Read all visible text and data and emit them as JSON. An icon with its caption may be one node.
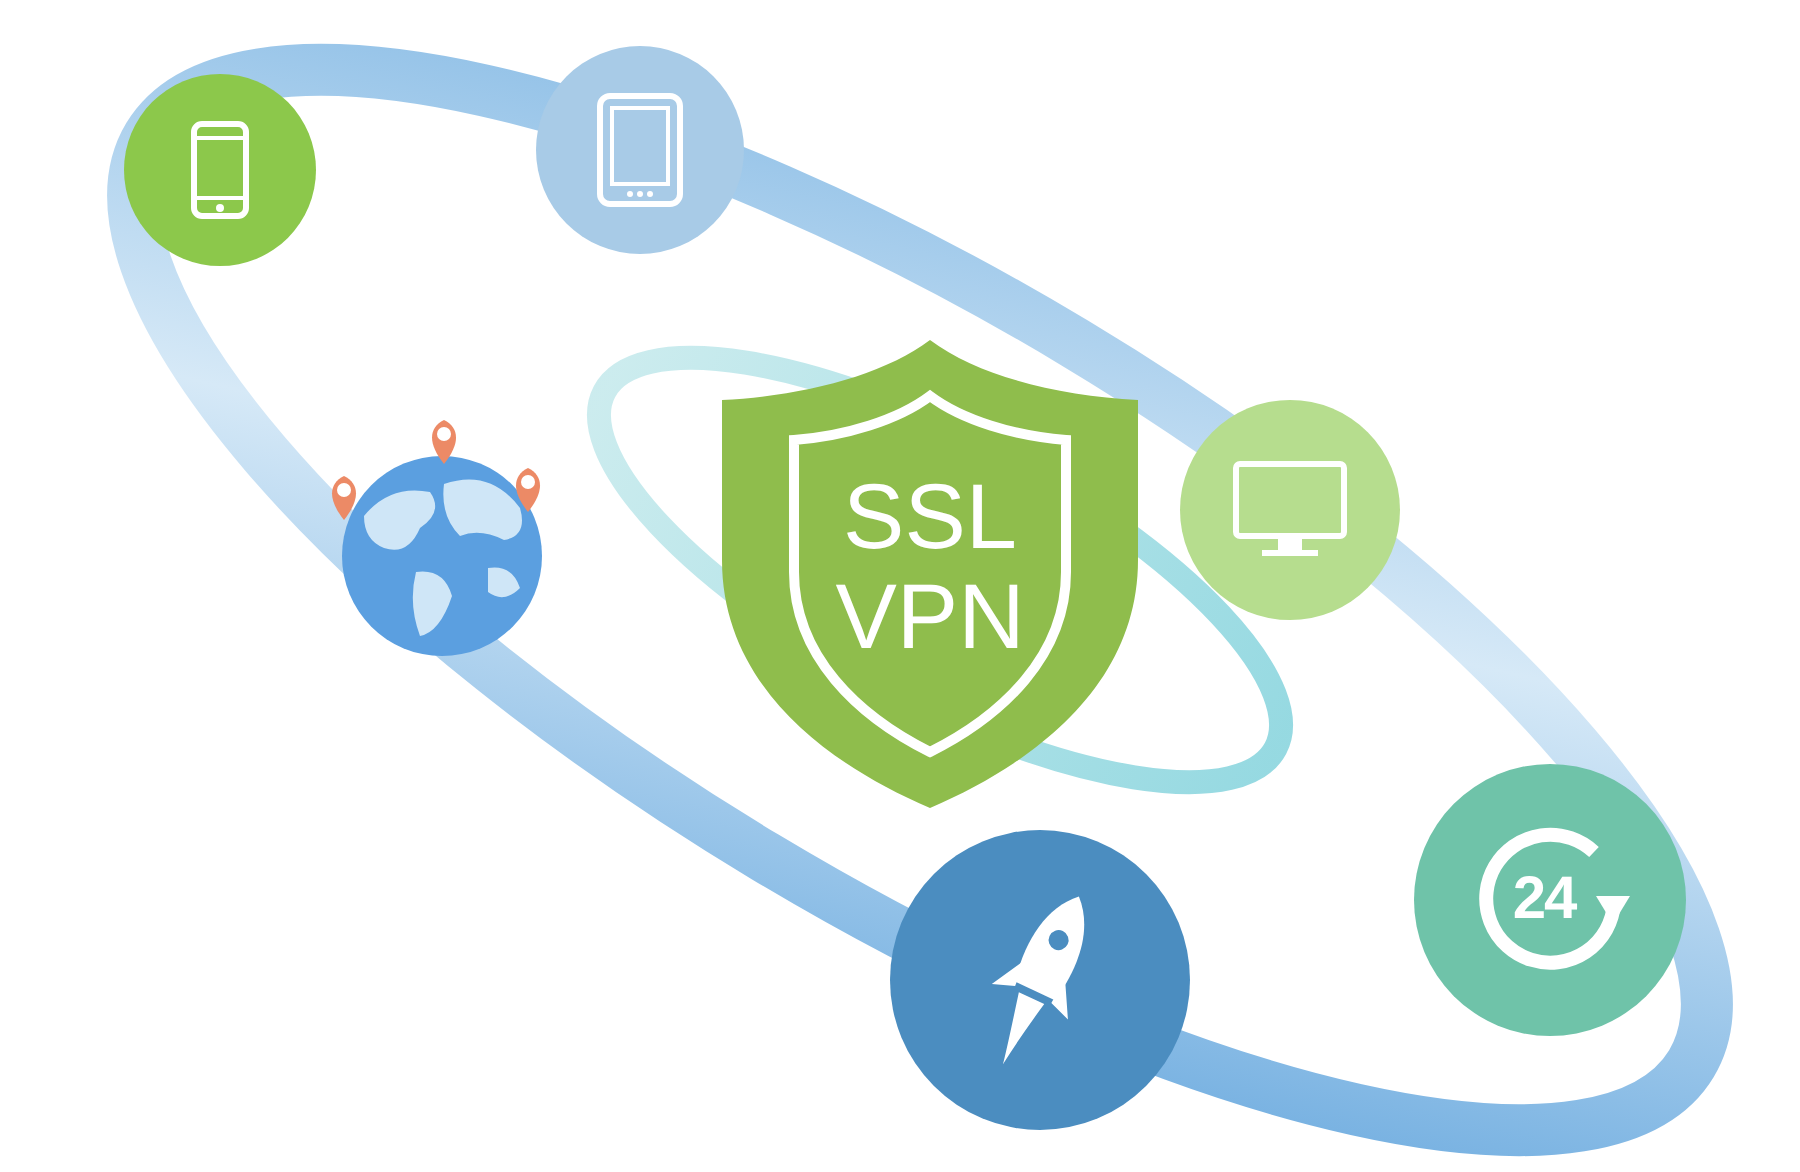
{
  "diagram": {
    "nodes": [
      {
        "text": [],
        "shape": "circle"
      },
      {
        "text": [],
        "shape": "circle"
      },
      {
        "text": [
          "SSL VPN"
        ]
      },
      {
        "text": [],
        "shape": "circle"
      },
      {
        "text": [],
        "shape": "picture"
      },
      {
        "text": [
          "24"
        ]
      },
      {
        "text": [],
        "shape": "circle"
      }
    ]
  }
}
